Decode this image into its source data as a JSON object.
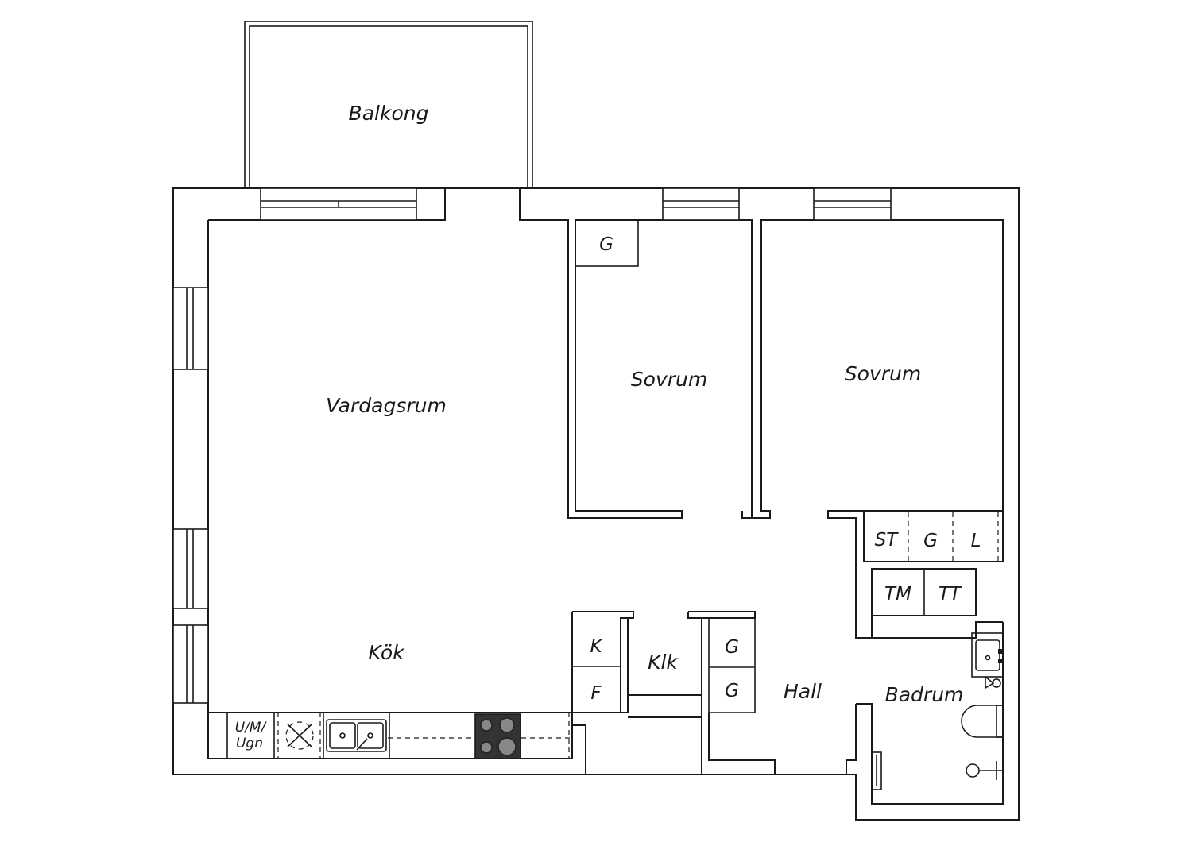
{
  "rooms": {
    "balcony": "Balkong",
    "living": "Vardagsrum",
    "bedroom_small": "Sovrum",
    "bedroom_large": "Sovrum",
    "kitchen": "Kök",
    "closet": "Klk",
    "hall": "Hall",
    "bathroom": "Badrum"
  },
  "units": {
    "wardrobe_bedroom": "G",
    "fridge": "K",
    "freezer": "F",
    "wardrobe_hall_1": "G",
    "wardrobe_hall_2": "G",
    "storage_st": "ST",
    "storage_g": "G",
    "storage_l": "L",
    "washer": "TM",
    "dryer": "TT",
    "oven_line1": "U/M/",
    "oven_line2": "Ugn"
  },
  "colors": {
    "line": "#1a1a1a",
    "stove": "#333333",
    "background": "#ffffff"
  }
}
